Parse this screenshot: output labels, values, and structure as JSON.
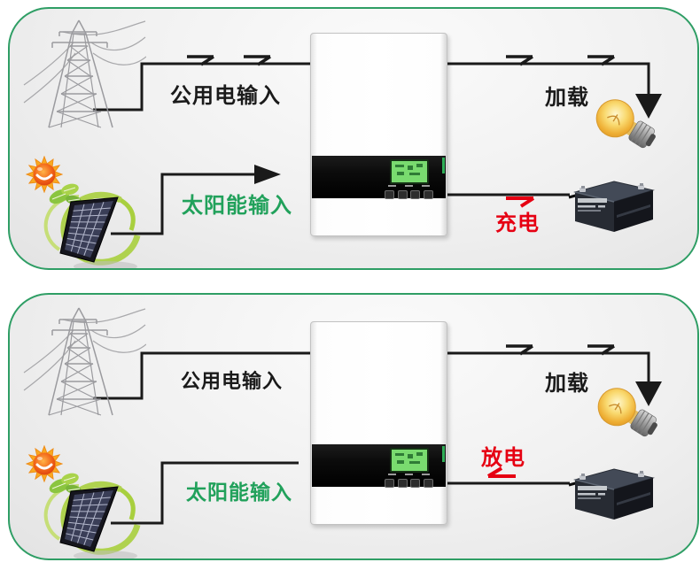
{
  "diagram_title": "Solar inverter energy flow diagram (two operating modes)",
  "colors": {
    "panel_border_green": "#2f9e65",
    "solar_text_green": "#21a15b",
    "flow_red": "#e60012",
    "line_black": "#1a1a1a",
    "lcd_green": "#79db6f",
    "swirl_green": "#a8cf3e"
  },
  "icons": {
    "transmission_tower": "lattice-pylon line art",
    "sun": "cartoon sun with smile",
    "solar_panel": "tilted PV module with green swirl and leaves",
    "inverter": "wall inverter with green LCD",
    "bulb": "tilted incandescent bulb (load)",
    "battery": "dark lead-acid battery block",
    "flow_arrow": "⇁",
    "down_arrow": "▼"
  },
  "panels": [
    {
      "id": "grid-charge-mode",
      "labels": {
        "utility_input": "公用电输入",
        "solar_input": "太阳能输入",
        "load": "加载",
        "battery_flow": "充电"
      },
      "battery_flow_direction": "right",
      "flags": {
        "utility_flow_arrows": true,
        "solar_arrowhead": true,
        "battery_arrow_right": true,
        "battery_arrow_left": false
      }
    },
    {
      "id": "battery-discharge-mode",
      "labels": {
        "utility_input": "公用电输入",
        "solar_input": "太阳能输入",
        "load": "加载",
        "battery_flow": "放电"
      },
      "battery_flow_direction": "left",
      "flags": {
        "utility_flow_arrows": false,
        "solar_arrowhead": false,
        "battery_arrow_right": false,
        "battery_arrow_left": true
      }
    }
  ]
}
